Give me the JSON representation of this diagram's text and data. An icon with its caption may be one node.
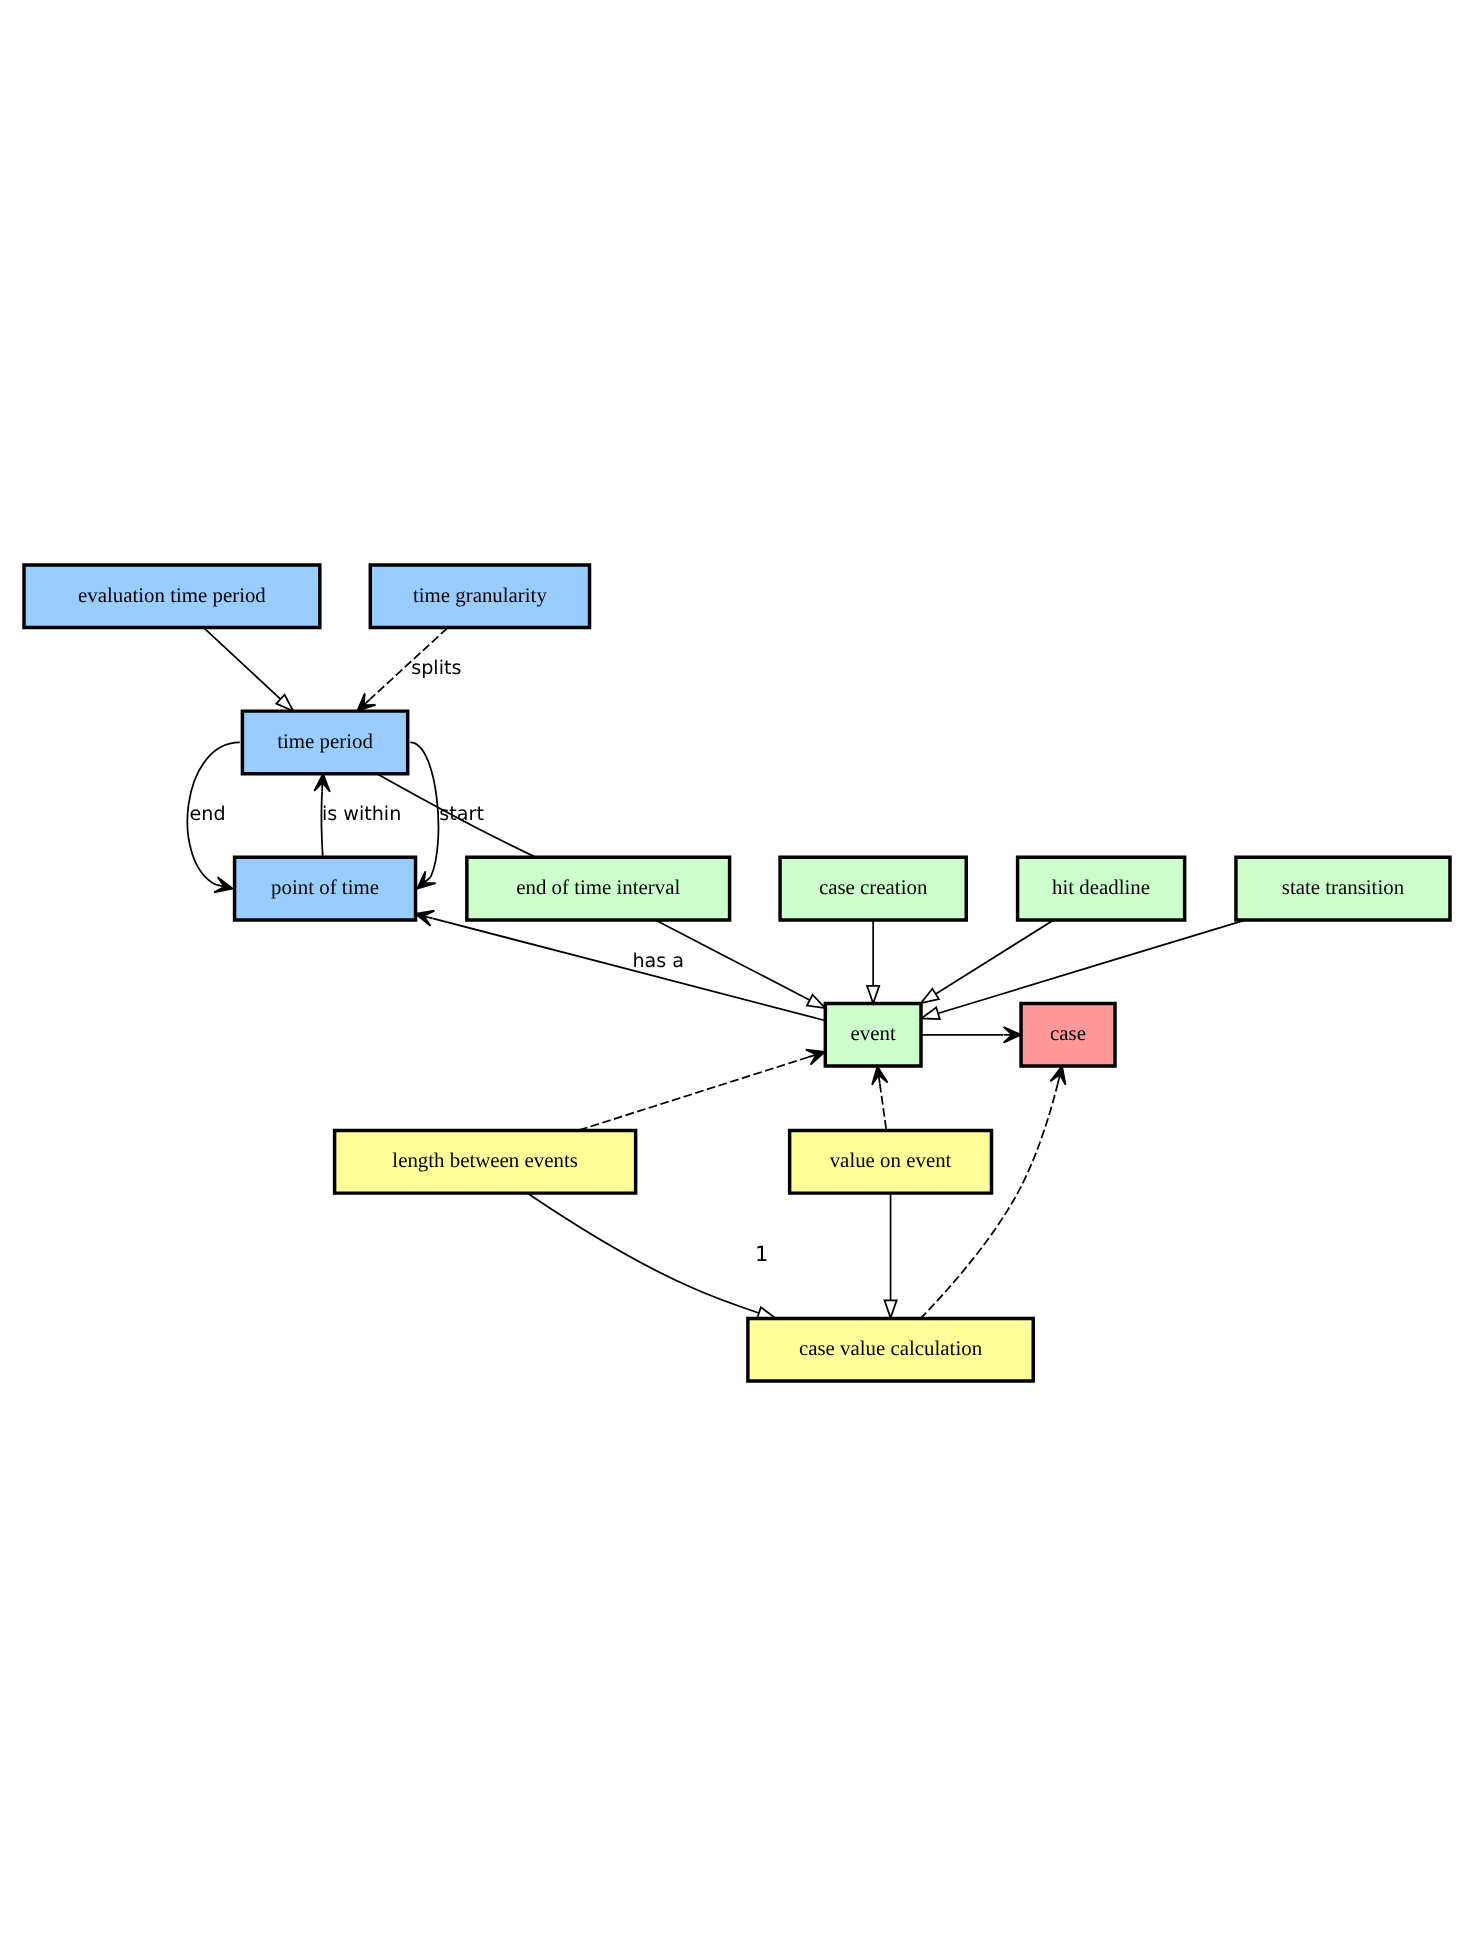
{
  "diagram": {
    "nodes": [
      {
        "text": [
          "evaluation time period"
        ]
      },
      {
        "text": [
          "time granularity"
        ]
      },
      {
        "text": [
          "time period"
        ]
      },
      {
        "text": [
          "point of time"
        ]
      },
      {
        "text": [
          "case creation"
        ]
      },
      {
        "text": [
          "hit deadline"
        ]
      },
      {
        "text": [
          "end of time interval"
        ]
      },
      {
        "text": [
          "state transition"
        ]
      },
      {
        "text": [
          "event"
        ]
      },
      {
        "text": [
          "case"
        ]
      },
      {
        "text": [
          "value on event"
        ]
      },
      {
        "text": [
          "length between events"
        ]
      },
      {
        "text": [
          "case value calculation"
        ]
      }
    ],
    "edges": [
      {
        "from": 0,
        "to": 2,
        "arrow": "to"
      },
      {
        "from": 1,
        "to": 2,
        "arrow": "to",
        "label": "splits",
        "style": "dashed"
      },
      {
        "from": 2,
        "to": 3,
        "arrow": "to",
        "label": "end"
      },
      {
        "from": 3,
        "to": 2,
        "arrow": "to",
        "label": "is within"
      },
      {
        "from": 2,
        "to": 3,
        "arrow": "to",
        "label": "start"
      },
      {
        "from": 8,
        "to": 3,
        "arrow": "to",
        "label": "has a"
      },
      {
        "from": 6,
        "to": 2,
        "arrow": "none"
      },
      {
        "from": 4,
        "to": 8,
        "arrow": "to"
      },
      {
        "from": 5,
        "to": 8,
        "arrow": "to"
      },
      {
        "from": 6,
        "to": 8,
        "arrow": "to"
      },
      {
        "from": 7,
        "to": 8,
        "arrow": "to"
      },
      {
        "from": 8,
        "to": 9,
        "arrow": "to"
      },
      {
        "from": 10,
        "to": 8,
        "arrow": "to",
        "style": "dashed"
      },
      {
        "from": 11,
        "to": 8,
        "arrow": "to",
        "style": "dashed"
      },
      {
        "from": 10,
        "to": 12,
        "arrow": "to"
      },
      {
        "from": 11,
        "to": 12,
        "arrow": "to"
      },
      {
        "from": 12,
        "to": 9,
        "arrow": "to",
        "style": "dashed"
      }
    ],
    "labels": [
      "1"
    ]
  }
}
